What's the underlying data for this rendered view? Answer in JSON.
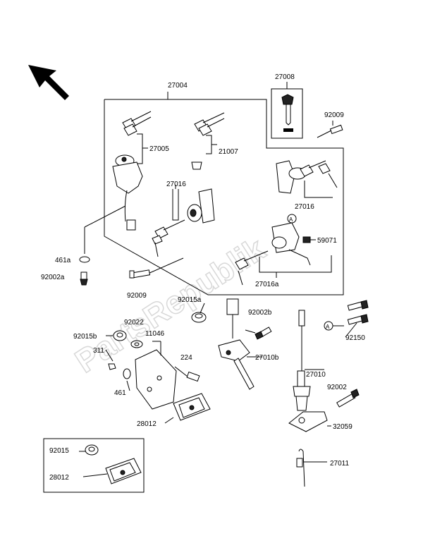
{
  "watermark": "PartsRepublik",
  "parts": {
    "p27004": "27004",
    "p27008": "27008",
    "p92009_top": "92009",
    "p27005": "27005",
    "p21007": "21007",
    "p27016_left": "27016",
    "p27016_right": "27016",
    "p59071": "59071",
    "p27016a": "27016a",
    "p461a": "461a",
    "p92002a": "92002a",
    "p92009_bottom": "92009",
    "p92015a": "92015a",
    "p92002b": "92002b",
    "p92022": "92022",
    "p11046": "11046",
    "p92015b": "92015b",
    "p311": "311",
    "p224": "224",
    "p27010b": "27010b",
    "p92150": "92150",
    "p461": "461",
    "p27010": "27010",
    "p92002": "92002",
    "p28012_mid": "28012",
    "p32059": "32059",
    "p92015": "92015",
    "p28012_inset": "28012",
    "p27011": "27011"
  },
  "ref_marker": "A"
}
